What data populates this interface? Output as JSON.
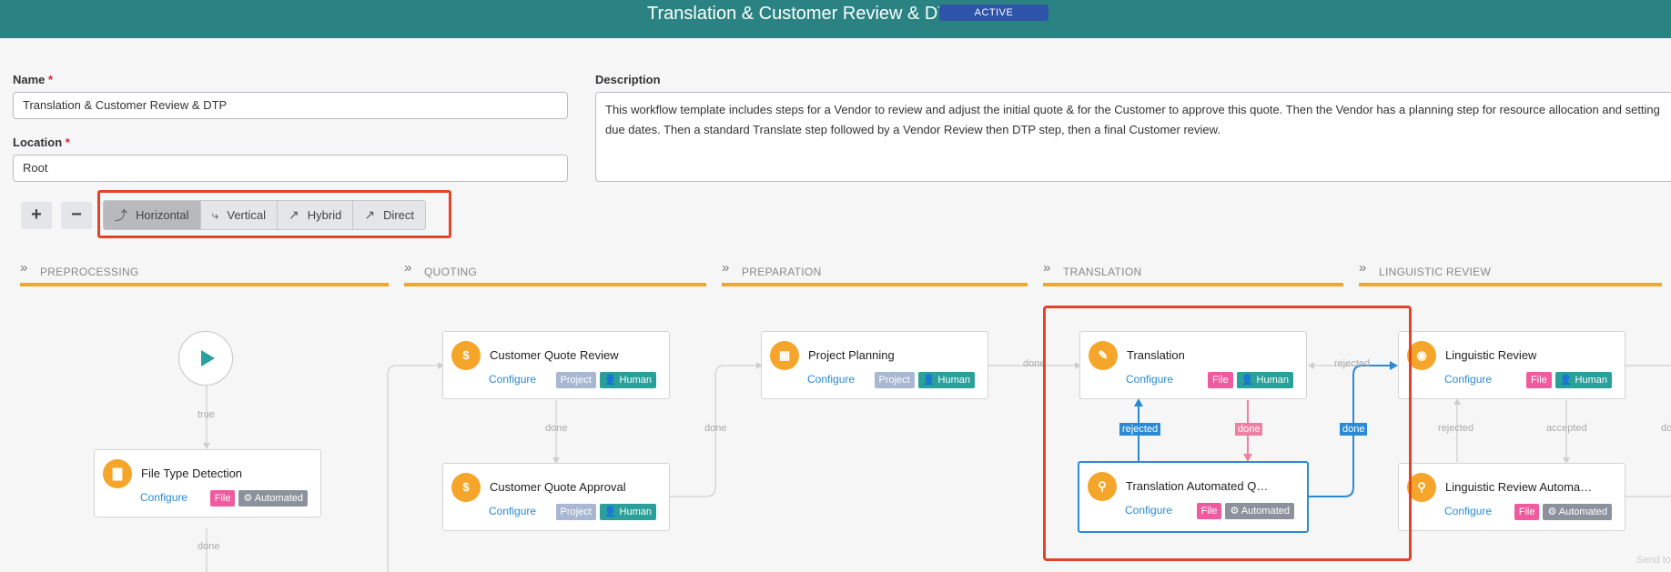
{
  "header": {
    "title": "Translation & Customer Review & DTP",
    "status_badge": "ACTIVE"
  },
  "form": {
    "name_label": "Name",
    "required_mark": "*",
    "name_value": "Translation & Customer Review & DTP",
    "location_label": "Location",
    "location_value": "Root",
    "description_label": "Description",
    "description_value": "This workflow template includes steps for a Vendor to review and adjust the initial quote & for the Customer to approve this quote. Then the Vendor has a planning step for resource allocation and setting due dates. Then a standard Translate step followed by a Vendor Review then DTP step, then a final Customer review."
  },
  "toolbar": {
    "zoom_in": "+",
    "zoom_out": "−",
    "layout_options": [
      "Horizontal",
      "Vertical",
      "Hybrid",
      "Direct"
    ],
    "active_layout": "Horizontal"
  },
  "stages": [
    "PREPROCESSING",
    "QUOTING",
    "PREPARATION",
    "TRANSLATION",
    "LINGUISTIC REVIEW"
  ],
  "nodes": {
    "file_type": {
      "title": "File Type Detection",
      "configure": "Configure",
      "tags": [
        "File",
        "Automated"
      ]
    },
    "cust_quote_review": {
      "title": "Customer Quote Review",
      "configure": "Configure",
      "tags": [
        "Project",
        "Human"
      ]
    },
    "cust_quote_approval": {
      "title": "Customer Quote Approval",
      "configure": "Configure",
      "tags": [
        "Project",
        "Human"
      ]
    },
    "project_planning": {
      "title": "Project Planning",
      "configure": "Configure",
      "tags": [
        "Project",
        "Human"
      ]
    },
    "translation": {
      "title": "Translation",
      "configure": "Configure",
      "tags": [
        "File",
        "Human"
      ]
    },
    "translation_qa": {
      "title": "Translation Automated Q…",
      "configure": "Configure",
      "tags": [
        "File",
        "Automated"
      ]
    },
    "ling_review": {
      "title": "Linguistic Review",
      "configure": "Configure",
      "tags": [
        "File",
        "Human"
      ]
    },
    "ling_review_auto": {
      "title": "Linguistic Review Automa…",
      "configure": "Configure",
      "tags": [
        "File",
        "Automated"
      ]
    }
  },
  "edge_labels": {
    "true": "true",
    "done": "done",
    "rejected": "rejected",
    "accepted": "accepted"
  },
  "footer_hint": "Send to"
}
